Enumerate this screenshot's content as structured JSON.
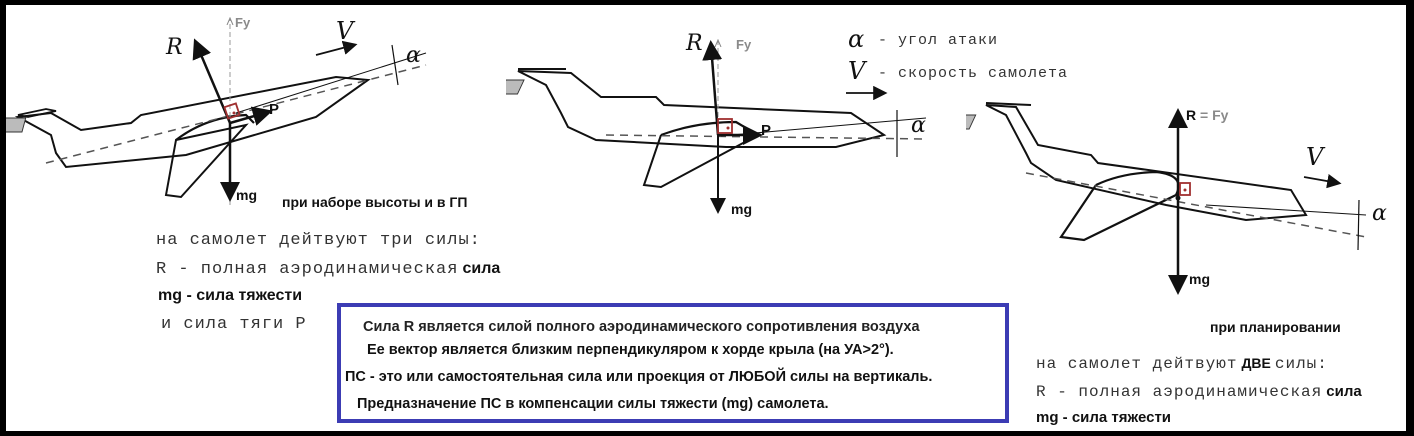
{
  "legend": {
    "alpha_symbol": "α",
    "alpha_text": "- угол атаки",
    "v_symbol": "V",
    "v_text": "- скорость самолета"
  },
  "figures": [
    {
      "id": "climb",
      "caption": "при наборе высоты   и в ГП",
      "forces": {
        "R": "R",
        "Fy": "Fy",
        "P": "P",
        "mg": "mg",
        "V": "V",
        "alpha": "α"
      }
    },
    {
      "id": "level",
      "forces": {
        "R": "R",
        "Fy": "Fy",
        "P": "P",
        "mg": "mg",
        "alpha": "α"
      }
    },
    {
      "id": "glide",
      "caption": "при планировании",
      "forces": {
        "R": "R",
        "eq": "= Fy",
        "mg": "mg",
        "V": "V",
        "alpha": "α"
      }
    }
  ],
  "left_text": {
    "line1": "на самолет дейтвуют три силы:",
    "line2_prefix": "R - полная аэродинамическая",
    "line2_suffix": "сила",
    "line3": "mg - сила тяжести",
    "line4": "и сила тяги P"
  },
  "right_text": {
    "line1_prefix": "на самолет дейтвуют",
    "line1_bold": "ДВЕ",
    "line1_suffix": "силы:",
    "line2_prefix": "R - полная аэродинамическая",
    "line2_suffix": "сила",
    "line3": "mg - сила тяжести"
  },
  "note": {
    "line1": "Сила  R  является силой полного аэродинамического сопротивления воздуха",
    "line2": "Ее вектор является близким перпендикуляром к хорде крыла (на УА>2°).",
    "line3": "ПС - это или самостоятельная сила или проекция от ЛЮБОЙ силы на вертикаль.",
    "line4": "Предназначение ПС в компенсации силы тяжести (mg) самолета.",
    "border_color": "#3c3cb4"
  },
  "colors": {
    "frame": "#000000",
    "background": "#ffffff",
    "right_angle_marker": "#a03030",
    "fy_label": "#8a8a8a"
  }
}
